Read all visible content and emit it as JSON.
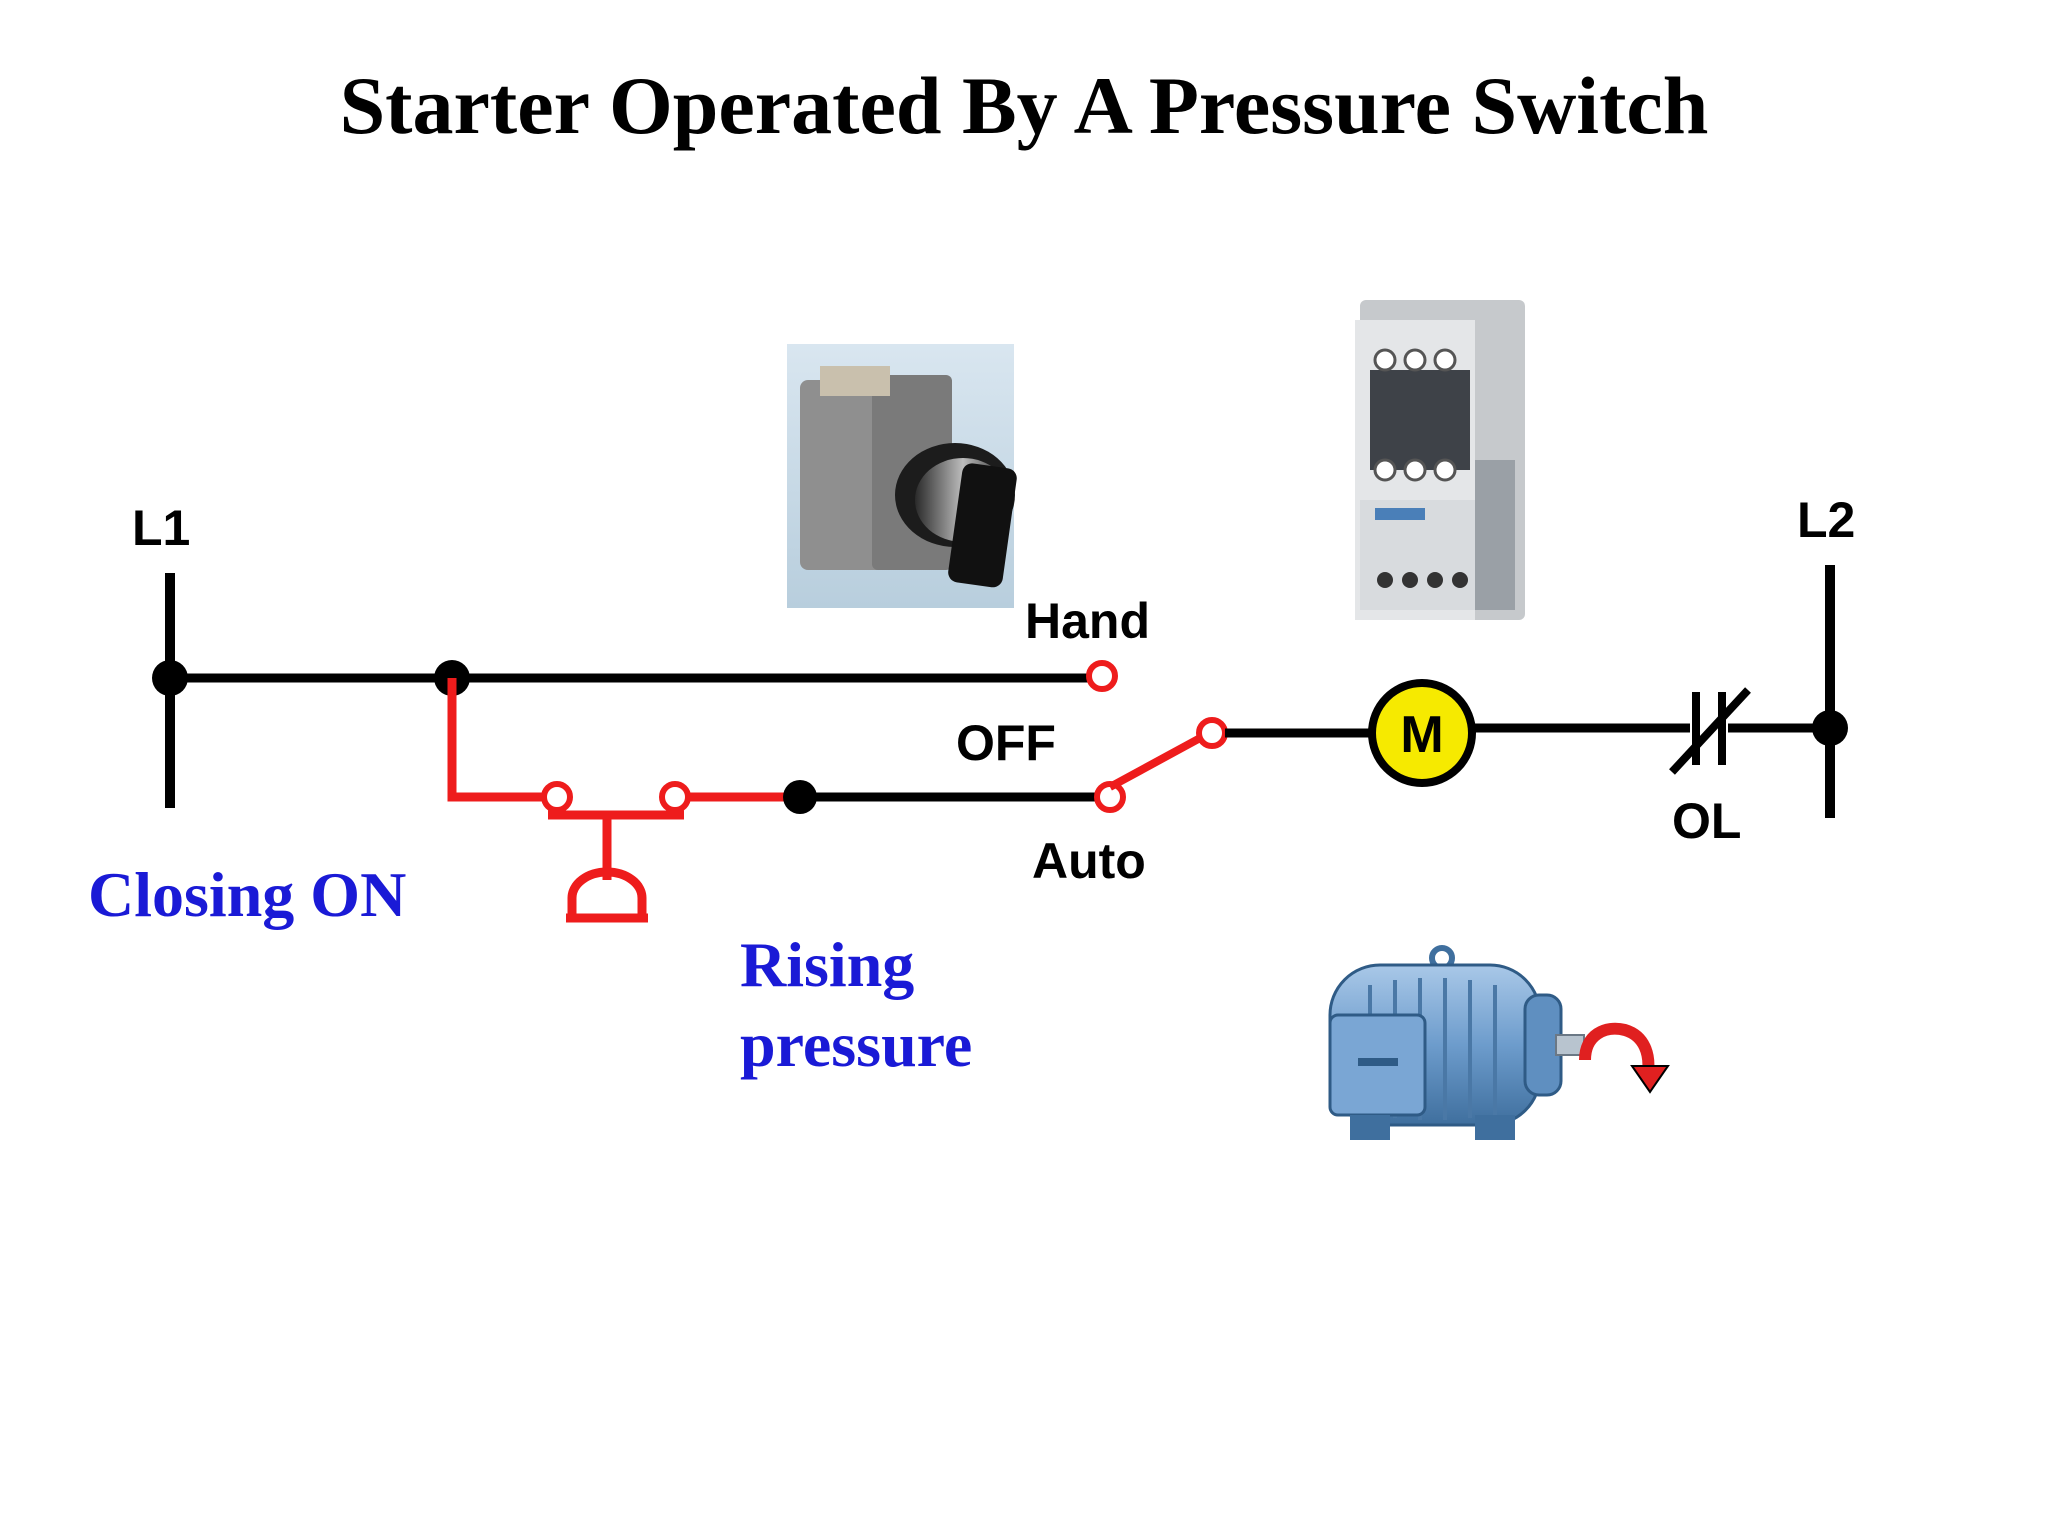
{
  "title": "Starter Operated By A Pressure Switch",
  "labels": {
    "l1": "L1",
    "l2": "L2",
    "hand": "Hand",
    "off": "OFF",
    "auto": "Auto",
    "motor_coil": "M",
    "overload": "OL",
    "closing_on": "Closing ON",
    "rising_line1": "Rising",
    "rising_line2": "pressure"
  },
  "colors": {
    "wire": "#000000",
    "active_wire": "#ee1c1c",
    "annotation": "#1a1ad6",
    "coil_fill": "#f6ea00",
    "motor_body": "#6d9ccc",
    "rotation_arrow": "#e02020"
  },
  "icons": {
    "selector_switch": "selector-switch-photo-icon",
    "contactor": "contactor-photo-icon",
    "motor": "electric-motor-icon",
    "rotation": "rotation-arrow-icon"
  }
}
